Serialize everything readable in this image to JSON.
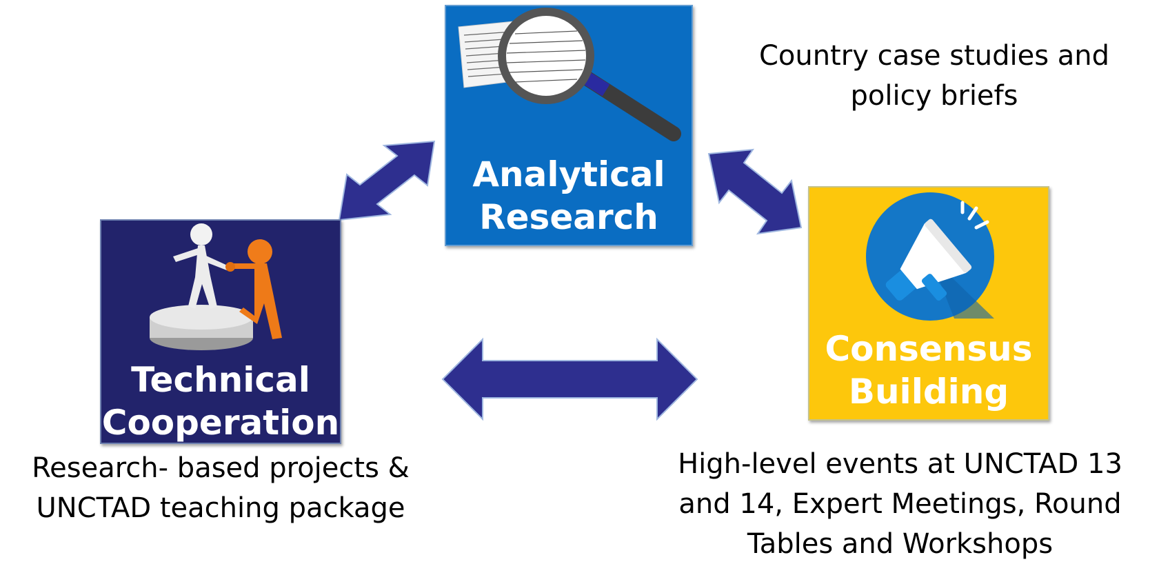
{
  "colors": {
    "arrow": "#2e2f8f",
    "research_box": "#0a6dc2",
    "tc_box": "#22236b",
    "cb_box": "#fdc70c",
    "megaphone_circle": "#1477c7"
  },
  "boxes": {
    "research": {
      "title_line1": "Analytical",
      "title_line2": "Research",
      "icon": "magnifying-glass-over-handwriting-icon"
    },
    "technical": {
      "title_line1": "Technical",
      "title_line2": "Cooperation",
      "icon": "helping-hand-figures-icon"
    },
    "consensus": {
      "title_line1": "Consensus",
      "title_line2": "Building",
      "icon": "megaphone-icon"
    }
  },
  "captions": {
    "research": {
      "line1": "Country case studies and",
      "line2": "policy briefs"
    },
    "technical": {
      "line1": "Research- based projects &",
      "line2": "UNCTAD teaching package"
    },
    "consensus": {
      "line1": "High-level events at UNCTAD 13",
      "line2": "and 14, Expert Meetings, Round",
      "line3": "Tables and Workshops"
    }
  },
  "arrows": [
    {
      "from": "technical",
      "to": "research"
    },
    {
      "from": "research",
      "to": "consensus"
    },
    {
      "from": "technical",
      "to": "consensus"
    }
  ]
}
